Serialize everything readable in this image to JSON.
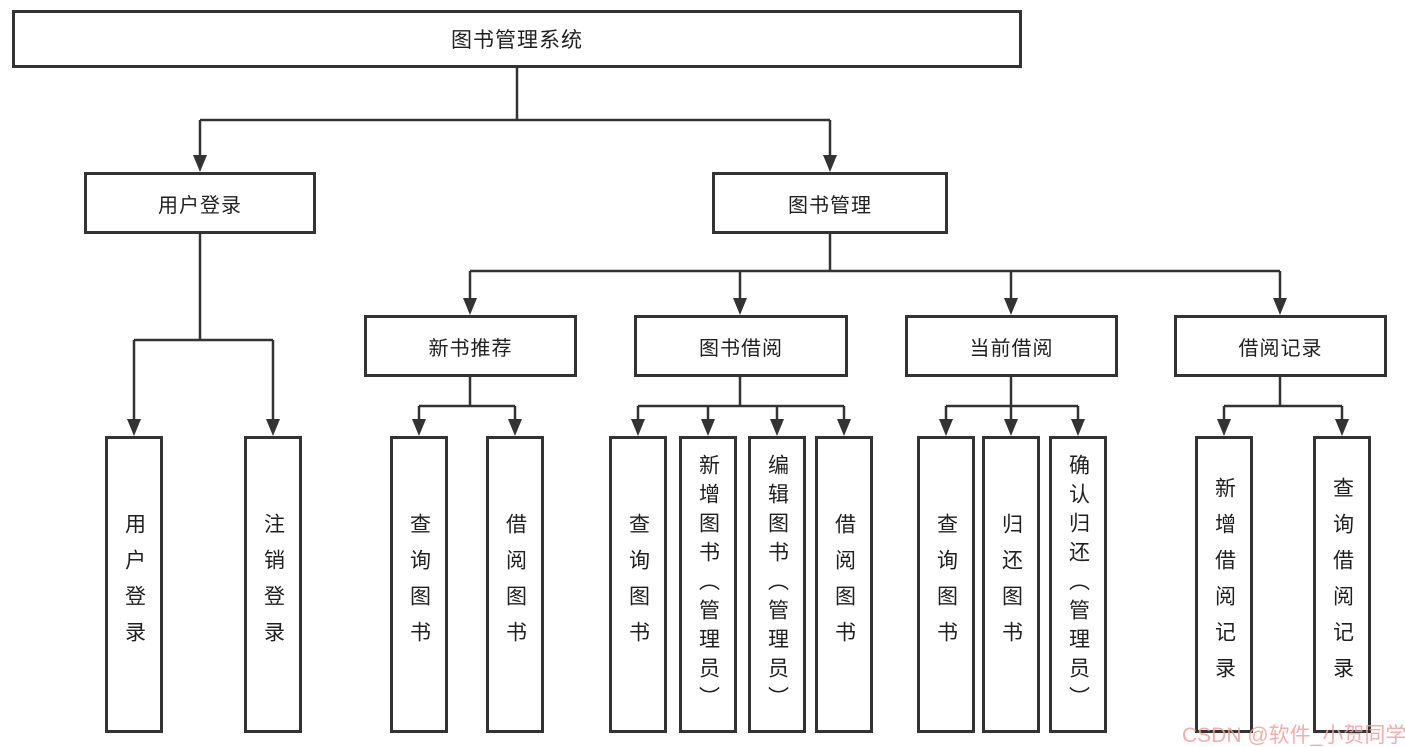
{
  "diagram": {
    "root": {
      "label": "图书管理系统"
    },
    "level2": [
      {
        "label": "用户登录"
      },
      {
        "label": "图书管理"
      }
    ],
    "level3": [
      {
        "label": "新书推荐"
      },
      {
        "label": "图书借阅"
      },
      {
        "label": "当前借阅"
      },
      {
        "label": "借阅记录"
      }
    ],
    "leaves": {
      "user": [
        {
          "label": "用户登录"
        },
        {
          "label": "注销登录"
        }
      ],
      "recommend": [
        {
          "label": "查询图书"
        },
        {
          "label": "借阅图书"
        }
      ],
      "borrow": [
        {
          "label": "查询图书"
        },
        {
          "label": "新增图书（管理员）"
        },
        {
          "label": "编辑图书（管理员）"
        },
        {
          "label": "借阅图书"
        }
      ],
      "current": [
        {
          "label": "查询图书"
        },
        {
          "label": "归还图书"
        },
        {
          "label": "确认归还（管理员）"
        }
      ],
      "records": [
        {
          "label": "新增借阅记录"
        },
        {
          "label": "查询借阅记录"
        }
      ]
    }
  },
  "watermark": {
    "text": "CSDN @软件_小贺同学"
  },
  "colors": {
    "line": "#333333",
    "box_border": "#333333",
    "background": "#ffffff",
    "watermark": "#eea09e"
  }
}
